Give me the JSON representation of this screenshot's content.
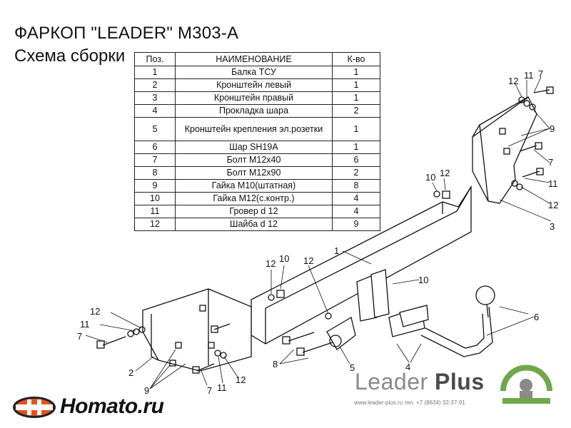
{
  "title": "ФАРКОП \"LEADER\" М303-А",
  "subtitle": "Схема сборки",
  "table": {
    "headers": [
      "Поз.",
      "НАИМЕНОВАНИЕ",
      "К-во"
    ],
    "rows": [
      {
        "pos": "1",
        "name": "Балка ТСУ",
        "qty": "1"
      },
      {
        "pos": "2",
        "name": "Кронштейн левый",
        "qty": "1"
      },
      {
        "pos": "3",
        "name": "Кронштейн правый",
        "qty": "1"
      },
      {
        "pos": "4",
        "name": "Прокладка шара",
        "qty": "2"
      },
      {
        "pos": "5",
        "name": "Кронштейн крепления эл.розетки",
        "qty": "1"
      },
      {
        "pos": "6",
        "name": "Шар SH19A",
        "qty": "1"
      },
      {
        "pos": "7",
        "name": "Болт М12х40",
        "qty": "6"
      },
      {
        "pos": "8",
        "name": "Болт М12х90",
        "qty": "2"
      },
      {
        "pos": "9",
        "name": "Гайка М10(штатная)",
        "qty": "8"
      },
      {
        "pos": "10",
        "name": "Гайка М12(с.контр.)",
        "qty": "4"
      },
      {
        "pos": "11",
        "name": "Гровер d 12",
        "qty": "4"
      },
      {
        "pos": "12",
        "name": "Шайба d 12",
        "qty": "9"
      }
    ]
  },
  "callouts": {
    "c1": "1",
    "c2": "2",
    "c3": "3",
    "c4": "4",
    "c5": "5",
    "c6": "6",
    "c7": "7",
    "c8": "8",
    "c9": "9",
    "c10": "10",
    "c11": "11",
    "c12": "12"
  },
  "brand": {
    "name_light": "Leader",
    "name_bold": "Plus",
    "contact_line": "www.leader-plus.ru  тел. +7 (8634) 32-37-91",
    "color_green": "#6fa84a",
    "color_gray": "#8a8a8a"
  },
  "homato": {
    "name": "Homato.ru",
    "color_orange": "#e8501e"
  }
}
